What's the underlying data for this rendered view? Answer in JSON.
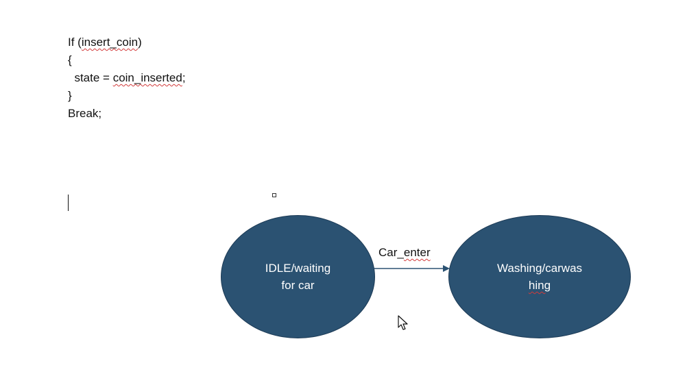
{
  "code": {
    "line1_prefix": "If (",
    "line1_word": "insert_coin",
    "line1_suffix": ")",
    "line2": "{",
    "line3_prefix": "  state = ",
    "line3_word": "coin_inserted",
    "line3_suffix": ";",
    "line4": "}",
    "line5": "Break;"
  },
  "diagram": {
    "idle_state_line1": "IDLE/waiting",
    "idle_state_line2": "for car",
    "transition_prefix": "Car",
    "transition_sep": "_",
    "transition_word": "enter",
    "washing_state_line1": "Washing/carwas",
    "washing_state_line2": "hing"
  },
  "icons": {
    "cursor": "mouse-pointer-icon",
    "anchor": "object-anchor-handle-icon"
  },
  "colors": {
    "node_fill": "#2b5272",
    "node_text": "#ffffff",
    "arrow": "#2b5272",
    "spellcheck": "#d23a3a"
  }
}
